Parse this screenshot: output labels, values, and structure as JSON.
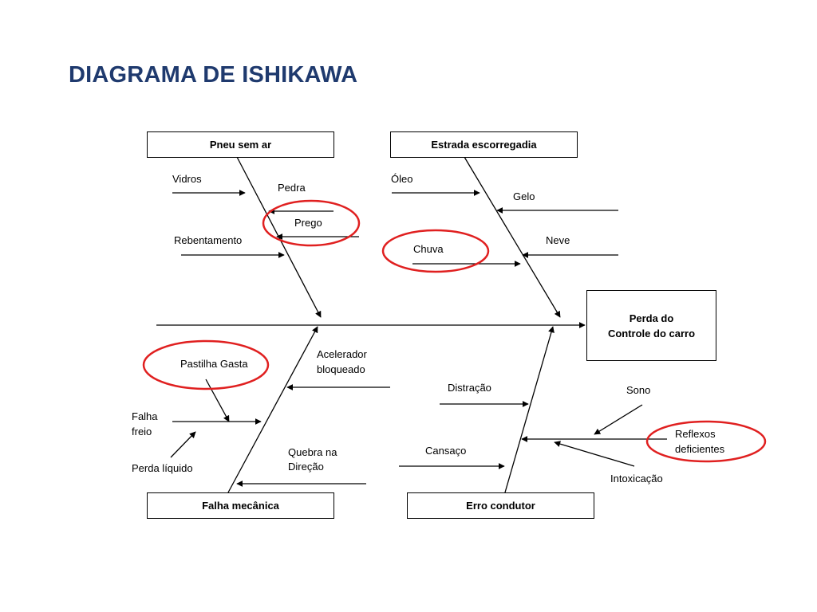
{
  "title": "DIAGRAMA DE ISHIKAWA",
  "effect": {
    "line1": "Perda do",
    "line2": "Controle do carro"
  },
  "categories": {
    "pneu": "Pneu sem ar",
    "estrada": "Estrada escorregadia",
    "falha": "Falha mecânica",
    "erro": "Erro condutor"
  },
  "causes": {
    "vidros": "Vidros",
    "pedra": "Pedra",
    "prego": "Prego",
    "rebentamento": "Rebentamento",
    "oleo": "Óleo",
    "gelo": "Gelo",
    "chuva": "Chuva",
    "neve": "Neve",
    "pastilha": "Pastilha Gasta",
    "acelerador1": "Acelerador",
    "acelerador2": "bloqueado",
    "falha_freio1": "Falha",
    "falha_freio2": "freio",
    "perda_liquido": "Perda líquido",
    "quebra1": "Quebra na",
    "quebra2": "Direção",
    "distracao": "Distração",
    "cansaco": "Cansaço",
    "sono": "Sono",
    "reflexos1": "Reflexos",
    "reflexos2": "deficientes",
    "intoxicacao": "Intoxicação"
  },
  "colors": {
    "title": "#1f3a6e",
    "highlight": "#e02020",
    "line": "#000000"
  }
}
